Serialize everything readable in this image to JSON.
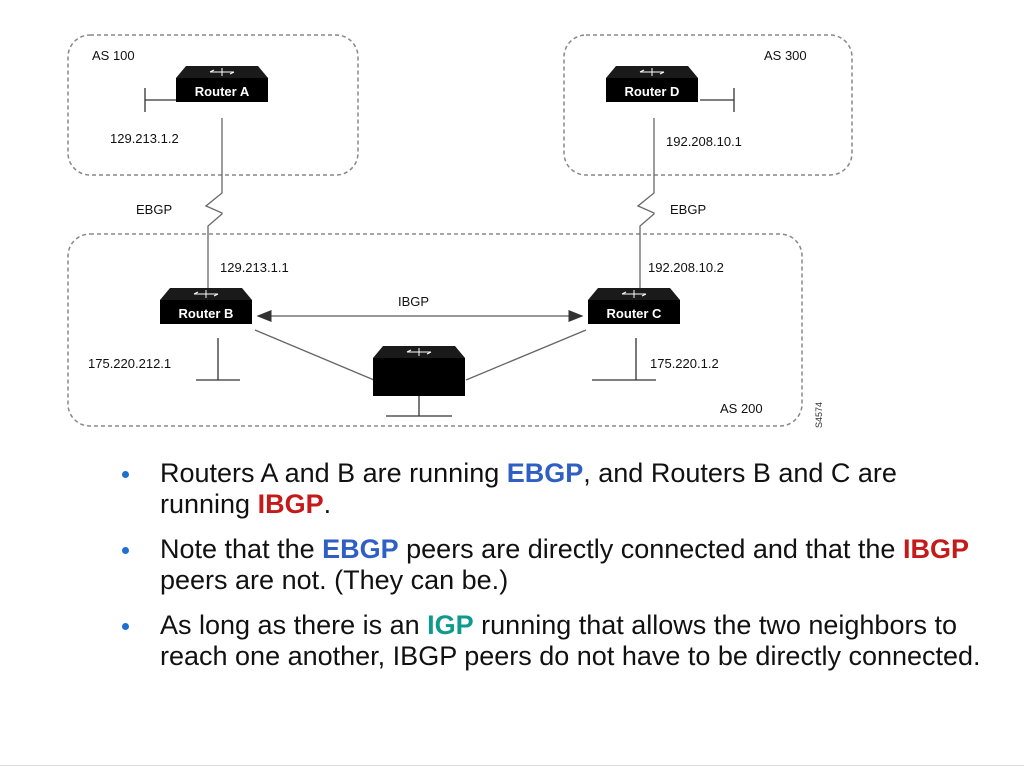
{
  "diagram": {
    "as100": {
      "label": "AS 100"
    },
    "as300": {
      "label": "AS 300"
    },
    "as200": {
      "label": "AS 200"
    },
    "routers": {
      "a": "Router A",
      "b": "Router B",
      "c": "Router C",
      "d": "Router D"
    },
    "addresses": {
      "a": "129.213.1.2",
      "d": "192.208.10.1",
      "b_up": "129.213.1.1",
      "c_up": "192.208.10.2",
      "b_lan": "175.220.212.1",
      "c_lan": "175.220.1.2"
    },
    "links": {
      "ebgp_left": "EBGP",
      "ebgp_right": "EBGP",
      "ibgp": "IBGP"
    },
    "figure_number": "S4574",
    "icons": {
      "router": "router-icon"
    }
  },
  "colors": {
    "ebgp": "#2f5fc4",
    "ibgp": "#c41a1a",
    "igp": "#0e9a8c",
    "bullet": "#1f6fd0"
  },
  "bullets": [
    {
      "t1": "Routers A and B are running ",
      "k1": "EBGP",
      "t2": ", and Routers B and C are running ",
      "k2": "IBGP",
      "t3": "."
    },
    {
      "t1": "Note that the ",
      "k1": "EBGP",
      "t2": " peers are directly connected and that the ",
      "k2": "IBGP",
      "t3": " peers are not. (They can be.)"
    },
    {
      "t1": "As long as there is an ",
      "k1": "IGP",
      "t2": " running that allows the two neighbors to reach one another, IBGP peers do not have to be directly connected."
    }
  ]
}
